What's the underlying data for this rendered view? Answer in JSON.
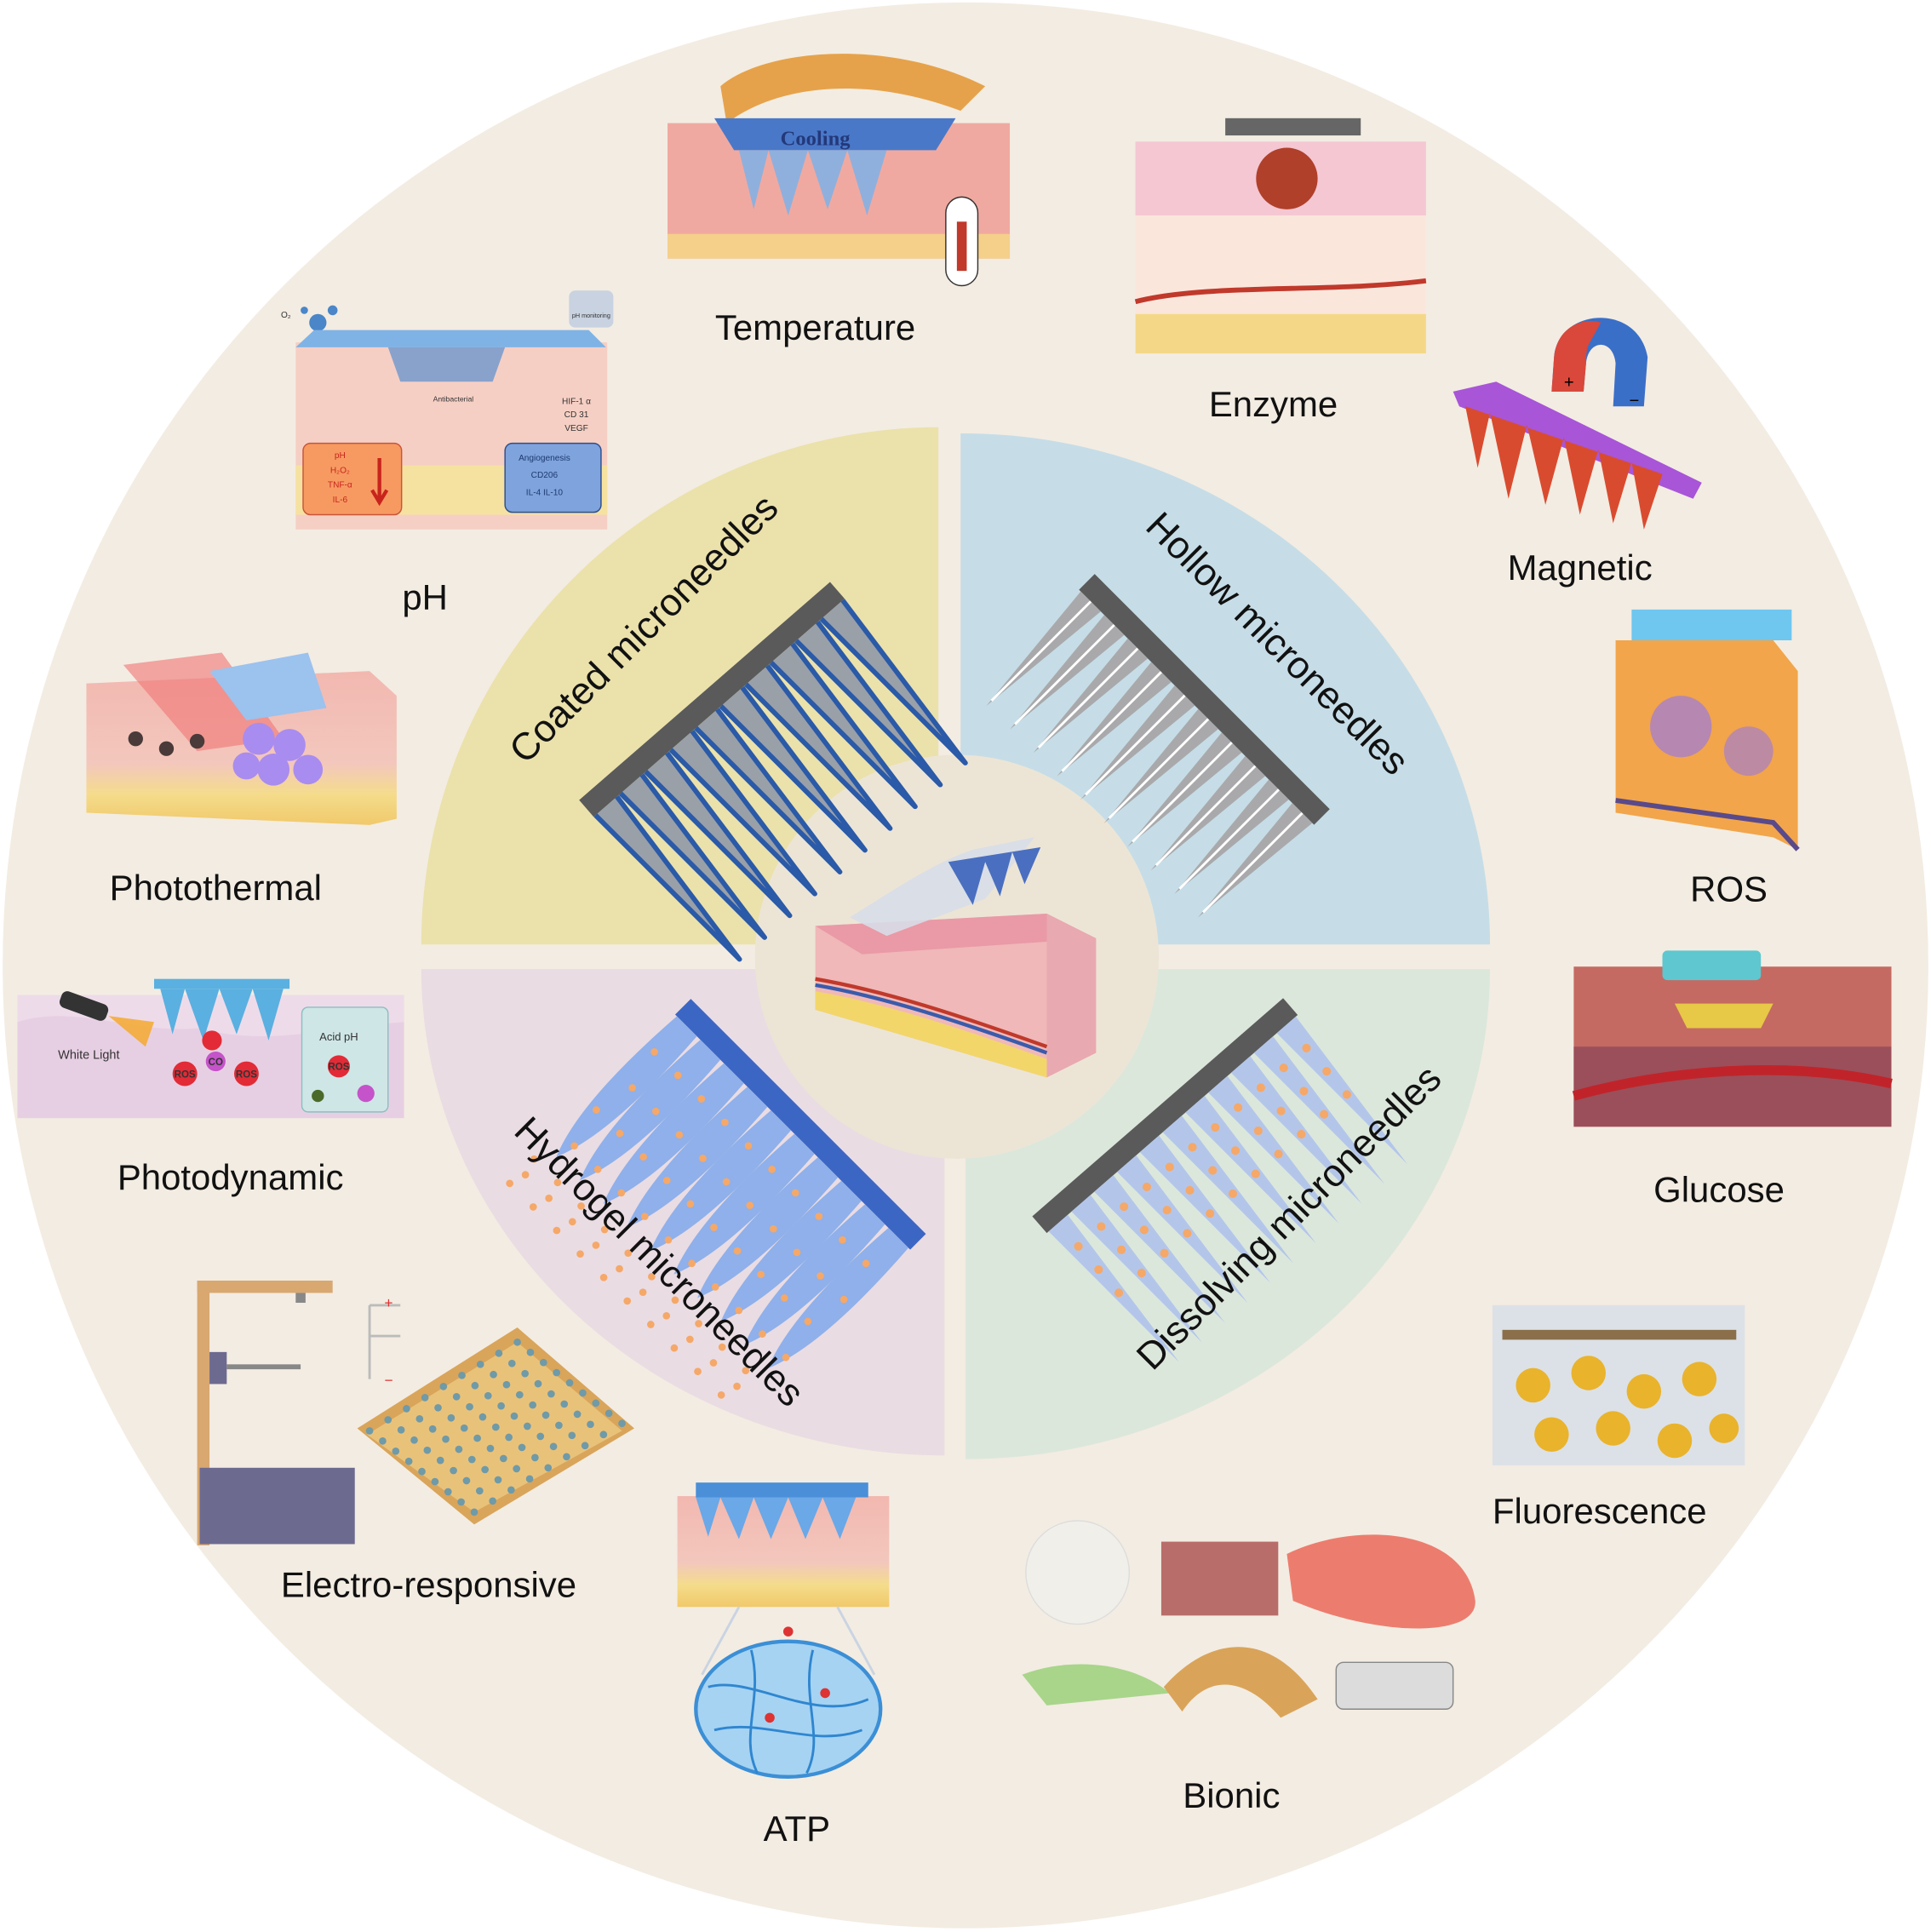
{
  "center": {
    "label_quadrants": [
      "Coated microneedles",
      "Hollow microneedles",
      "Hydrogel microneedles",
      "Dissolving microneedles"
    ]
  },
  "quadrants": {
    "coated": {
      "label": "Coated microneedles",
      "color": "#ebe1ab"
    },
    "hollow": {
      "label": "Hollow microneedles",
      "color": "#c6dde7"
    },
    "hydrogel": {
      "label": "Hydrogel microneedles",
      "color": "#eadce3"
    },
    "dissolving": {
      "label": "Dissolving microneedles",
      "color": "#dce7dc"
    }
  },
  "applications": {
    "temperature": "Temperature",
    "enzyme": "Enzyme",
    "magnetic": "Magnetic",
    "ros": "ROS",
    "glucose": "Glucose",
    "fluorescence": "Fluorescence",
    "bionic": "Bionic",
    "atp": "ATP",
    "electro": "Electro-responsive",
    "photodynamic": "Photodynamic",
    "photothermal": "Photothermal",
    "ph": "pH"
  },
  "insets": {
    "temperature": {
      "cooling": "Cooling"
    },
    "magnetic": {
      "plus": "+",
      "minus": "−"
    },
    "ph": {
      "o2": "O₂",
      "monitoring": "pH monitoring",
      "antibacterial": "Antibacterial",
      "markers_up": [
        "HIF-1 α",
        "CD 31",
        "VEGF"
      ],
      "down_box": [
        "pH",
        "H₂O₂",
        "TNF-α",
        "IL-6"
      ],
      "up_box": [
        "Angiogenesis",
        "CD206",
        "IL-4 IL-10"
      ]
    },
    "photodynamic": {
      "white_light": "White Light",
      "acid_ph": "Acid pH",
      "ros": "ROS",
      "co": "CO"
    },
    "electro": {
      "plus": "+",
      "minus": "−"
    }
  },
  "colors": {
    "background_disc": "#f3ece2",
    "inner_circle": "#ece5d6",
    "bar_dark": "#5a5a5a",
    "needle_blue": "#2a5aa8",
    "needle_light": "#b3c6ea",
    "dot_orange": "#f5a868"
  }
}
